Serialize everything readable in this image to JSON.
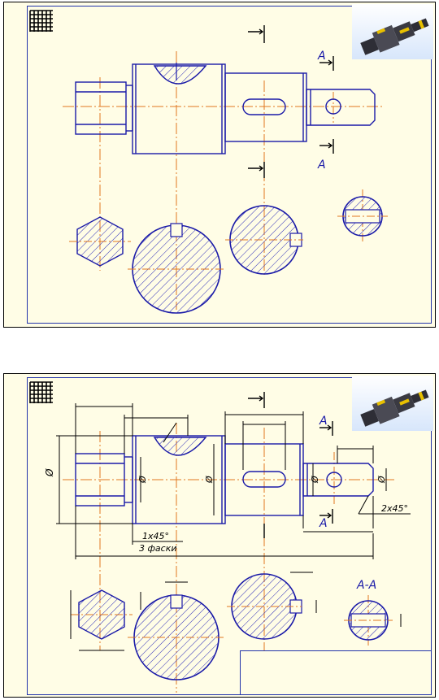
{
  "colors": {
    "outline": "#1a1aa8",
    "hatch": "#2a2ab8",
    "axis": "#e07820",
    "dimension": "#000000",
    "sheet_background": "#fffde6",
    "part_body": "#3c3c44",
    "part_keyway": "#e8c000"
  },
  "icons": {
    "grid": "grid-icon",
    "part_preview": "3d-shaft-preview-icon"
  },
  "top_drawing": {
    "section_mark_upper": "A",
    "section_mark_lower": "A"
  },
  "bottom_drawing": {
    "section_mark_upper": "A",
    "section_mark_lower": "A",
    "diameter_symbol": "Ø",
    "chamfer_note_line1": "1x45°",
    "chamfer_note_line2": "3 фаски",
    "chamfer_right": "2x45°",
    "section_label": "A-A"
  }
}
